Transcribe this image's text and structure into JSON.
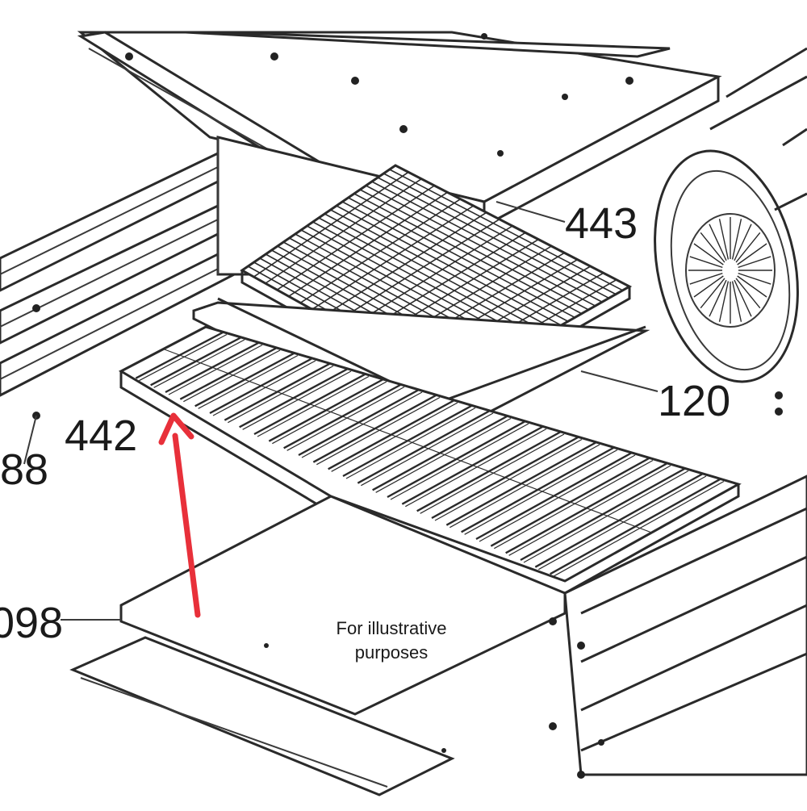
{
  "diagram": {
    "callouts": {
      "part_443": "443",
      "part_120": "120",
      "part_442": "442",
      "part_088": "88",
      "part_098": "098"
    },
    "note_line1": "For illustrative",
    "note_line2": "purposes",
    "arrow_color": "#e8303a",
    "line_color": "#2a2a2a"
  }
}
